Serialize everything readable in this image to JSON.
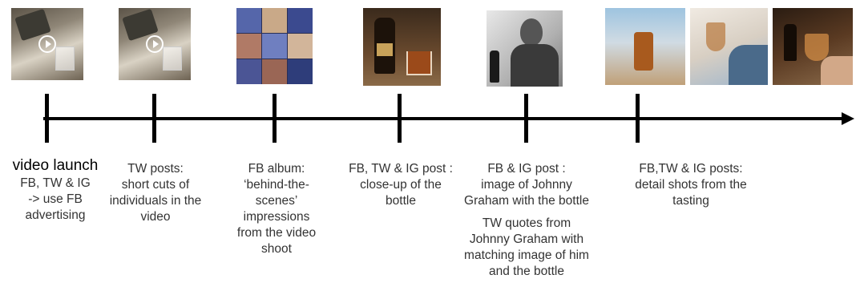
{
  "colors": {
    "line": "#000000",
    "text": "#333333"
  },
  "events": [
    {
      "id": "video-launch",
      "title": "video launch",
      "lines": [
        "FB, TW & IG",
        "-> use FB",
        "advertising"
      ],
      "thumbnail": "video-still-pouring-icon"
    },
    {
      "id": "tw-posts",
      "lines": [
        "TW posts:",
        "short cuts of",
        "individuals in the",
        "video"
      ],
      "thumbnail": "video-still-pouring-icon"
    },
    {
      "id": "fb-album",
      "lines": [
        "FB album:",
        "‘behind-the-",
        "scenes’",
        "impressions",
        "from the video",
        "shoot"
      ],
      "thumbnail": "photo-collage-icon"
    },
    {
      "id": "bottle-closeup",
      "lines": [
        "FB, TW & IG post :",
        "close-up of the",
        "bottle"
      ],
      "thumbnail": "bottle-photo-icon"
    },
    {
      "id": "johnny-graham",
      "lines": [
        "FB & IG post :",
        "image of Johnny",
        "Graham with the bottle"
      ],
      "extra_lines": [
        "TW quotes from",
        "Johnny Graham with",
        "matching image of him",
        "and the bottle"
      ],
      "thumbnail": "portrait-photo-icon"
    },
    {
      "id": "tasting",
      "lines": [
        "FB,TW & IG posts:",
        "detail shots from the",
        "tasting"
      ],
      "thumbnail": "tasting-photos-icon"
    }
  ]
}
